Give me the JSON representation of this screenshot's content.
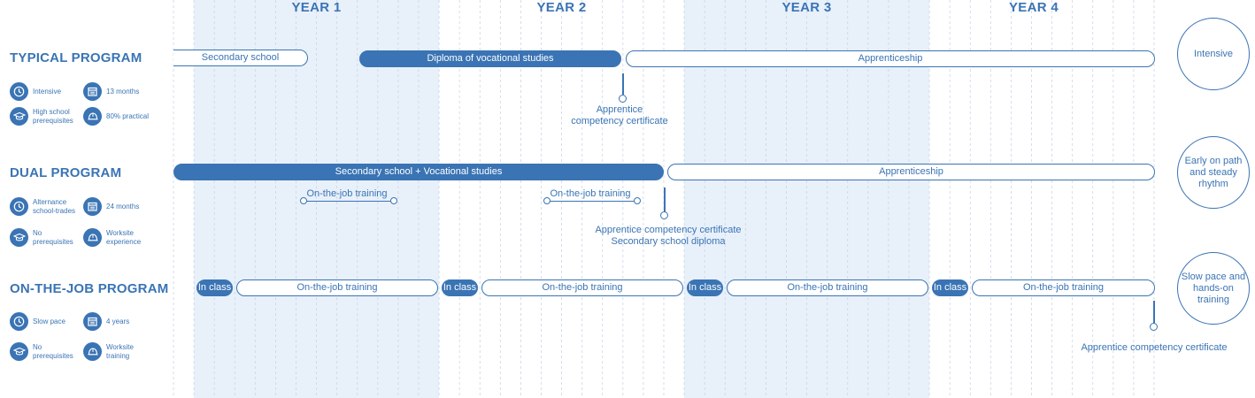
{
  "years": [
    "YEAR 1",
    "YEAR 2",
    "YEAR 3",
    "YEAR 4"
  ],
  "programs": {
    "typical": {
      "title": "TYPICAL PROGRAM",
      "attrs": [
        {
          "icon": "clock-icon",
          "label": "Intensive"
        },
        {
          "icon": "calendar-icon",
          "label": "13 months"
        },
        {
          "icon": "graduation-cap-icon",
          "label": "High school\nprerequisites"
        },
        {
          "icon": "hard-hat-icon",
          "label": "80% practical"
        }
      ],
      "bars": {
        "secondary": "Secondary school",
        "diploma": "Diploma of vocational studies",
        "apprenticeship": "Apprenticeship"
      },
      "milestone": "Apprentice\ncompetency certificate",
      "circle": "Intensive"
    },
    "dual": {
      "title": "DUAL PROGRAM",
      "attrs": [
        {
          "icon": "clock-icon",
          "label": "Alternance\nschool-trades"
        },
        {
          "icon": "calendar-icon",
          "label": "24 months"
        },
        {
          "icon": "graduation-cap-icon",
          "label": "No\nprerequisites"
        },
        {
          "icon": "hard-hat-icon",
          "label": "Worksite\nexperience"
        }
      ],
      "bars": {
        "combined": "Secondary school  + Vocational studies",
        "apprenticeship": "Apprenticeship"
      },
      "training1": "On-the-job training",
      "training2": "On-the-job training",
      "milestone": "Apprentice competency certificate\nSecondary school diploma",
      "circle": "Early on path\nand steady\nrhythm"
    },
    "onthejob": {
      "title": "ON-THE-JOB PROGRAM",
      "attrs": [
        {
          "icon": "clock-icon",
          "label": "Slow pace"
        },
        {
          "icon": "calendar-icon",
          "label": "4 years"
        },
        {
          "icon": "graduation-cap-icon",
          "label": "No\nprerequisites"
        },
        {
          "icon": "hard-hat-icon",
          "label": "Worksite\ntraining"
        }
      ],
      "segments": [
        {
          "class_label": "In class",
          "training_label": "On-the-job training"
        },
        {
          "class_label": "In class",
          "training_label": "On-the-job training"
        },
        {
          "class_label": "In class",
          "training_label": "On-the-job training"
        },
        {
          "class_label": "In class",
          "training_label": "On-the-job training"
        }
      ],
      "milestone": "Apprentice competency certificate",
      "circle": "Slow pace and\nhands-on\ntraining"
    }
  },
  "colors": {
    "accent": "#3a74b4",
    "band": "#e8f0fa",
    "grid": "#c9d6e6"
  }
}
